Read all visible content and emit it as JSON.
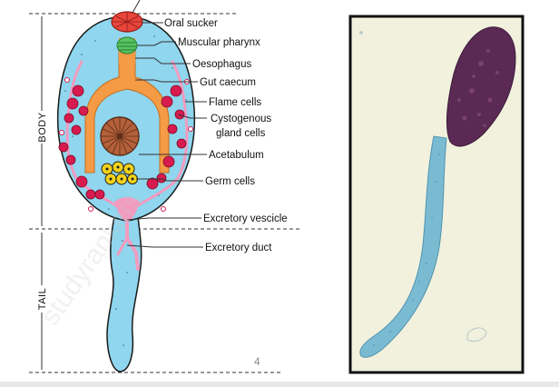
{
  "diagram": {
    "title": "",
    "labels": {
      "oral_sucker": "Oral sucker",
      "muscular_pharynx": "Muscular pharynx",
      "oesophagus": "Oesophagus",
      "gut_caecum": "Gut caecum",
      "flame_cells": "Flame cells",
      "cystogenous_line1": "Cystogenous",
      "cystogenous_line2": "gland cells",
      "acetabulum": "Acetabulum",
      "germ_cells": "Germ cells",
      "excretory_vesicle": "Excretory vescicle",
      "excretory_duct": "Excretory duct"
    },
    "regions": {
      "body": "BODY",
      "tail": "TAIL"
    },
    "page_number": "4",
    "watermark": "studyrankers",
    "colors": {
      "body_fill": "#8fd6ee",
      "oral_sucker": "#e8453c",
      "pharynx": "#3fae4a",
      "gut": "#f59a45",
      "acetabulum": "#a0522d",
      "gland_cells": "#d81b4f",
      "excretory": "#f29bc0",
      "germ_cells": "#f2d21b"
    }
  },
  "photo": {
    "colors": {
      "background": "#f4f3df",
      "head": "#5a2a55",
      "tail": "#6fb7cf"
    }
  }
}
